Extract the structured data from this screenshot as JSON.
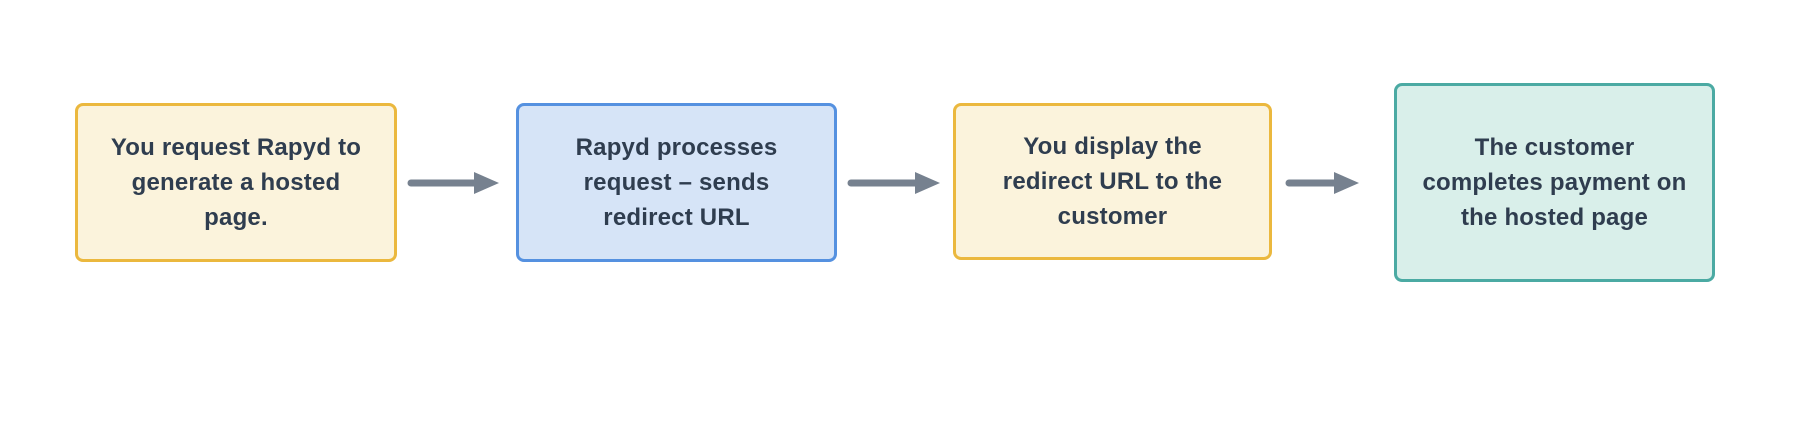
{
  "diagram": {
    "background_color": "#FFFFFF",
    "text_color": "#2F3D4F",
    "arrow_color": "#76818F",
    "steps": [
      {
        "label": "You request Rapyd to generate a hosted page.",
        "variant": "yellow",
        "fill": "#FBF3DC",
        "border": "#EBB83E"
      },
      {
        "label": "Rapyd processes request – sends redirect URL",
        "variant": "blue",
        "fill": "#D6E4F7",
        "border": "#5591E0"
      },
      {
        "label": "You display the redirect URL to the customer",
        "variant": "yellow",
        "fill": "#FBF3DC",
        "border": "#EBB83E"
      },
      {
        "label": "The customer completes payment on the hosted page",
        "variant": "teal",
        "fill": "#D9EFEA",
        "border": "#4BAAA3"
      }
    ]
  }
}
